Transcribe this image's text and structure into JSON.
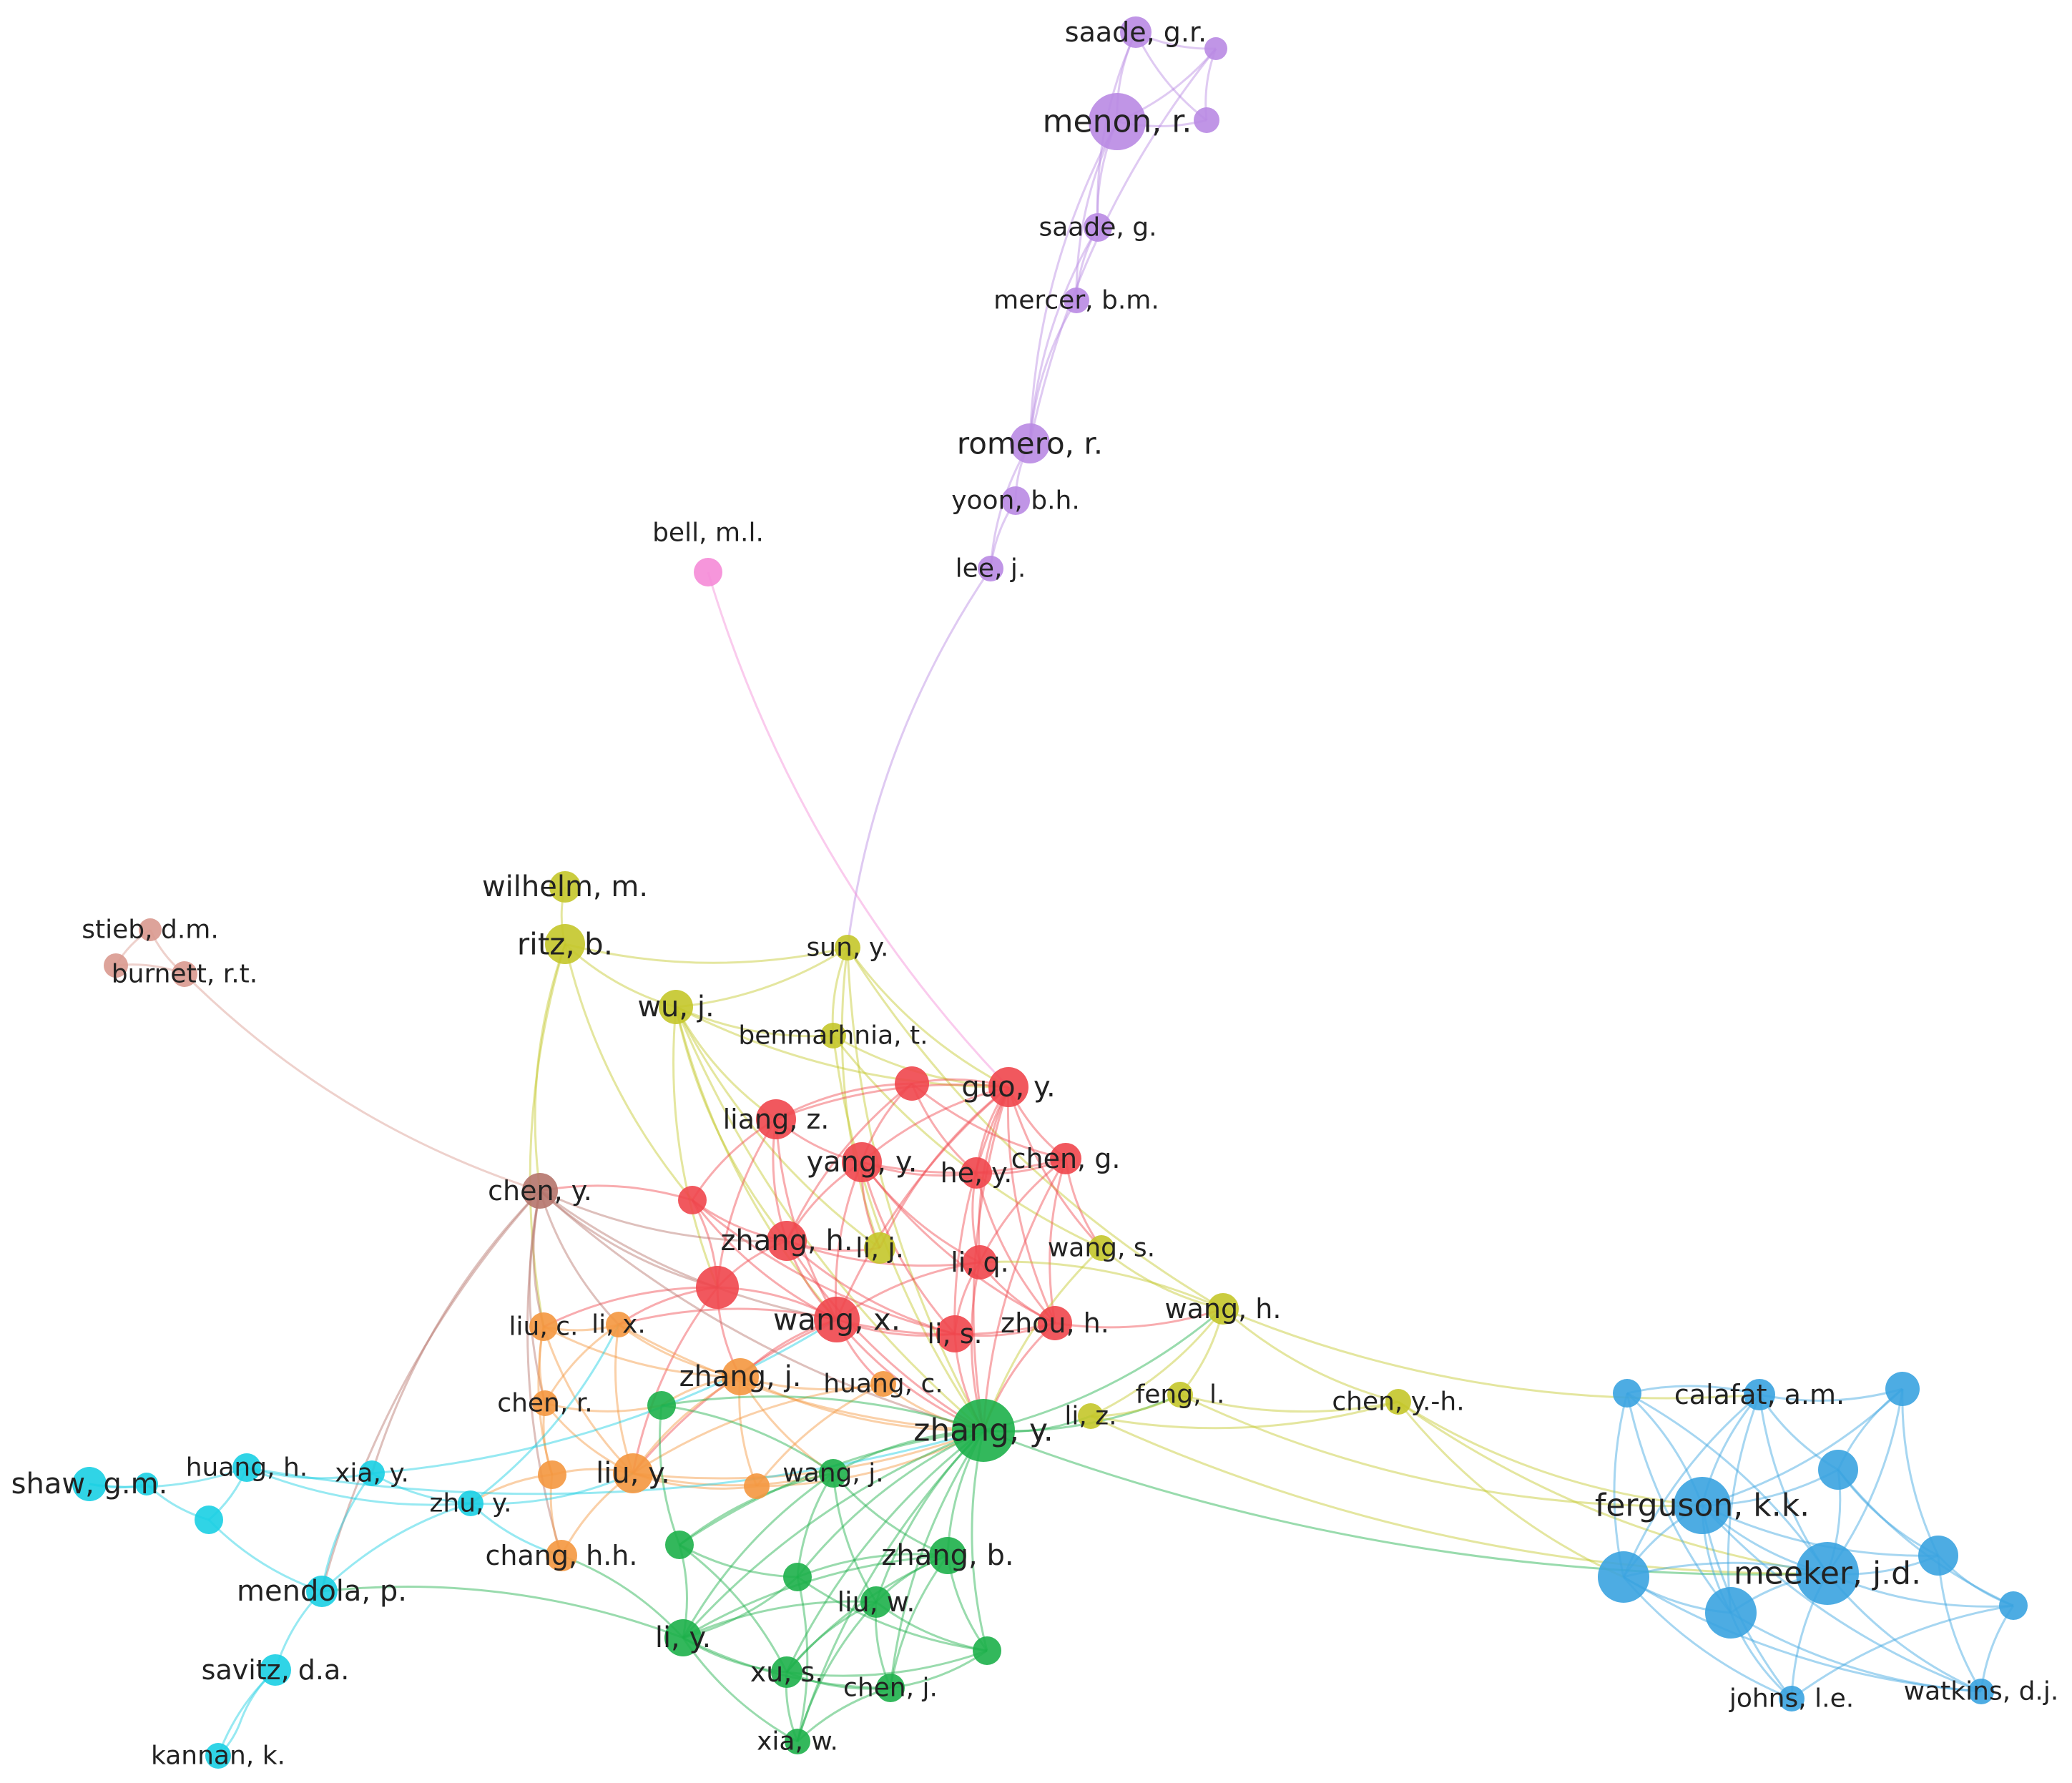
{
  "colors": {
    "purple": "#b98ae3",
    "pink": "#f58bd7",
    "brown": "#b5746b",
    "salmon": "#d9998f",
    "olive": "#c4c72a",
    "red": "#f0464d",
    "orange": "#f4973f",
    "green": "#1db04a",
    "cyan": "#19cfe3",
    "blue": "#3aa3e0"
  },
  "nodes": [
    {
      "id": "saade-gr",
      "label": "saade, g.r.",
      "cluster": "purple"
    },
    {
      "id": "menon-r",
      "label": "menon, r.",
      "cluster": "purple"
    },
    {
      "id": "saade-g",
      "label": "saade, g.",
      "cluster": "purple"
    },
    {
      "id": "mercer-bm",
      "label": "mercer, b.m.",
      "cluster": "purple"
    },
    {
      "id": "romero-r",
      "label": "romero, r.",
      "cluster": "purple"
    },
    {
      "id": "yoon-bh",
      "label": "yoon, b.h.",
      "cluster": "purple"
    },
    {
      "id": "lee-j",
      "label": "lee, j.",
      "cluster": "purple"
    },
    {
      "id": "purple-a",
      "label": "",
      "cluster": "purple"
    },
    {
      "id": "purple-b",
      "label": "",
      "cluster": "purple"
    },
    {
      "id": "bell-ml",
      "label": "bell, m.l.",
      "cluster": "pink"
    },
    {
      "id": "stieb-dm",
      "label": "stieb, d.m.",
      "cluster": "salmon"
    },
    {
      "id": "burnett-rt",
      "label": "burnett, r.t.",
      "cluster": "salmon"
    },
    {
      "id": "salmon-a",
      "label": "",
      "cluster": "salmon"
    },
    {
      "id": "chen-y",
      "label": "chen, y.",
      "cluster": "brown"
    },
    {
      "id": "wilhelm-m",
      "label": "wilhelm, m.",
      "cluster": "olive"
    },
    {
      "id": "ritz-b",
      "label": "ritz, b.",
      "cluster": "olive"
    },
    {
      "id": "sun-y",
      "label": "sun, y.",
      "cluster": "olive"
    },
    {
      "id": "wu-j",
      "label": "wu, j.",
      "cluster": "olive"
    },
    {
      "id": "benmarhnia-t",
      "label": "benmarhnia, t.",
      "cluster": "olive"
    },
    {
      "id": "li-j",
      "label": "li, j.",
      "cluster": "olive"
    },
    {
      "id": "wang-s",
      "label": "wang, s.",
      "cluster": "olive"
    },
    {
      "id": "wang-h",
      "label": "wang, h.",
      "cluster": "olive"
    },
    {
      "id": "feng-l",
      "label": "feng, l.",
      "cluster": "olive"
    },
    {
      "id": "chen-yh",
      "label": "chen, y.-h.",
      "cluster": "olive"
    },
    {
      "id": "li-z",
      "label": "li, z.",
      "cluster": "olive"
    },
    {
      "id": "guo-y",
      "label": "guo, y.",
      "cluster": "red"
    },
    {
      "id": "liang-z",
      "label": "liang, z.",
      "cluster": "red"
    },
    {
      "id": "yang-y",
      "label": "yang, y.",
      "cluster": "red"
    },
    {
      "id": "he-y",
      "label": "he, y.",
      "cluster": "red"
    },
    {
      "id": "chen-g",
      "label": "chen, g.",
      "cluster": "red"
    },
    {
      "id": "zhang-h",
      "label": "zhang, h.",
      "cluster": "red"
    },
    {
      "id": "li-q",
      "label": "li, q.",
      "cluster": "red"
    },
    {
      "id": "wang-x",
      "label": "wang, x.",
      "cluster": "red"
    },
    {
      "id": "li-s",
      "label": "li, s.",
      "cluster": "red"
    },
    {
      "id": "zhou-h",
      "label": "zhou, h.",
      "cluster": "red"
    },
    {
      "id": "red-a",
      "label": "",
      "cluster": "red"
    },
    {
      "id": "red-b",
      "label": "",
      "cluster": "red"
    },
    {
      "id": "red-c",
      "label": "",
      "cluster": "red"
    },
    {
      "id": "liu-c",
      "label": "liu, c.",
      "cluster": "orange"
    },
    {
      "id": "li-x",
      "label": "li, x.",
      "cluster": "orange"
    },
    {
      "id": "zhang-j",
      "label": "zhang, j.",
      "cluster": "orange"
    },
    {
      "id": "huang-c",
      "label": "huang, c.",
      "cluster": "orange"
    },
    {
      "id": "chen-r",
      "label": "chen, r.",
      "cluster": "orange"
    },
    {
      "id": "liu-y",
      "label": "liu, y.",
      "cluster": "orange"
    },
    {
      "id": "chang-hh",
      "label": "chang, h.h.",
      "cluster": "orange"
    },
    {
      "id": "orange-a",
      "label": "",
      "cluster": "orange"
    },
    {
      "id": "orange-b",
      "label": "",
      "cluster": "orange"
    },
    {
      "id": "zhang-y",
      "label": "zhang, y.",
      "cluster": "green"
    },
    {
      "id": "wang-j",
      "label": "wang, j.",
      "cluster": "green"
    },
    {
      "id": "zhang-b",
      "label": "zhang, b.",
      "cluster": "green"
    },
    {
      "id": "liu-w",
      "label": "liu, w.",
      "cluster": "green"
    },
    {
      "id": "li-y",
      "label": "li, y.",
      "cluster": "green"
    },
    {
      "id": "xu-s",
      "label": "xu, s.",
      "cluster": "green"
    },
    {
      "id": "chen-j",
      "label": "chen, j.",
      "cluster": "green"
    },
    {
      "id": "xia-w",
      "label": "xia, w.",
      "cluster": "green"
    },
    {
      "id": "green-a",
      "label": "",
      "cluster": "green"
    },
    {
      "id": "green-b",
      "label": "",
      "cluster": "green"
    },
    {
      "id": "green-c",
      "label": "",
      "cluster": "green"
    },
    {
      "id": "green-d",
      "label": "",
      "cluster": "green"
    },
    {
      "id": "shaw-gm",
      "label": "shaw, g.m.",
      "cluster": "cyan"
    },
    {
      "id": "huang-h",
      "label": "huang, h.",
      "cluster": "cyan"
    },
    {
      "id": "xia-y",
      "label": "xia, y.",
      "cluster": "cyan"
    },
    {
      "id": "zhu-y",
      "label": "zhu, y.",
      "cluster": "cyan"
    },
    {
      "id": "mendola-p",
      "label": "mendola, p.",
      "cluster": "cyan"
    },
    {
      "id": "savitz-da",
      "label": "savitz, d.a.",
      "cluster": "cyan"
    },
    {
      "id": "kannan-k",
      "label": "kannan, k.",
      "cluster": "cyan"
    },
    {
      "id": "cyan-a",
      "label": "",
      "cluster": "cyan"
    },
    {
      "id": "cyan-b",
      "label": "",
      "cluster": "cyan"
    },
    {
      "id": "calafat-am",
      "label": "calafat, a.m.",
      "cluster": "blue"
    },
    {
      "id": "ferguson-kk",
      "label": "ferguson, k.k.",
      "cluster": "blue"
    },
    {
      "id": "meeker-jd",
      "label": "meeker, j.d.",
      "cluster": "blue"
    },
    {
      "id": "johns-le",
      "label": "johns, l.e.",
      "cluster": "blue"
    },
    {
      "id": "watkins-dj",
      "label": "watkins, d.j.",
      "cluster": "blue"
    },
    {
      "id": "blue-a",
      "label": "",
      "cluster": "blue"
    },
    {
      "id": "blue-b",
      "label": "",
      "cluster": "blue"
    },
    {
      "id": "blue-c",
      "label": "",
      "cluster": "blue"
    },
    {
      "id": "blue-d",
      "label": "",
      "cluster": "blue"
    },
    {
      "id": "blue-e",
      "label": "",
      "cluster": "blue"
    },
    {
      "id": "blue-f",
      "label": "",
      "cluster": "blue"
    },
    {
      "id": "blue-g",
      "label": "",
      "cluster": "blue"
    }
  ],
  "edges": [
    [
      "saade-gr",
      "menon-r"
    ],
    [
      "saade-gr",
      "purple-a"
    ],
    [
      "saade-gr",
      "purple-b"
    ],
    [
      "menon-r",
      "purple-a"
    ],
    [
      "menon-r",
      "purple-b"
    ],
    [
      "purple-a",
      "purple-b"
    ],
    [
      "saade-gr",
      "saade-g"
    ],
    [
      "menon-r",
      "saade-g"
    ],
    [
      "menon-r",
      "mercer-bm"
    ],
    [
      "saade-g",
      "mercer-bm"
    ],
    [
      "mercer-bm",
      "romero-r"
    ],
    [
      "saade-g",
      "romero-r"
    ],
    [
      "menon-r",
      "romero-r"
    ],
    [
      "romero-r",
      "yoon-bh"
    ],
    [
      "romero-r",
      "lee-j"
    ],
    [
      "yoon-bh",
      "lee-j"
    ],
    [
      "purple-a",
      "romero-r"
    ],
    [
      "lee-j",
      "sun-y"
    ],
    [
      "bell-ml",
      "guo-y"
    ],
    [
      "stieb-dm",
      "burnett-rt"
    ],
    [
      "stieb-dm",
      "salmon-a"
    ],
    [
      "burnett-rt",
      "salmon-a"
    ],
    [
      "burnett-rt",
      "chen-y"
    ],
    [
      "wilhelm-m",
      "ritz-b"
    ],
    [
      "ritz-b",
      "wu-j"
    ],
    [
      "ritz-b",
      "sun-y"
    ],
    [
      "ritz-b",
      "chen-y"
    ],
    [
      "ritz-b",
      "liu-c"
    ],
    [
      "ritz-b",
      "red-c"
    ],
    [
      "wu-j",
      "sun-y"
    ],
    [
      "wu-j",
      "benmarhnia-t"
    ],
    [
      "wu-j",
      "guo-y"
    ],
    [
      "wu-j",
      "liang-z"
    ],
    [
      "wu-j",
      "zhang-h"
    ],
    [
      "wu-j",
      "wang-x"
    ],
    [
      "wu-j",
      "zhang-y"
    ],
    [
      "wu-j",
      "li-j"
    ],
    [
      "wu-j",
      "red-b"
    ],
    [
      "sun-y",
      "benmarhnia-t"
    ],
    [
      "sun-y",
      "guo-y"
    ],
    [
      "sun-y",
      "li-j"
    ],
    [
      "sun-y",
      "wang-h"
    ],
    [
      "sun-y",
      "zhang-y"
    ],
    [
      "benmarhnia-t",
      "guo-y"
    ],
    [
      "benmarhnia-t",
      "zhang-y"
    ],
    [
      "benmarhnia-t",
      "wang-s"
    ],
    [
      "guo-y",
      "liang-z"
    ],
    [
      "guo-y",
      "yang-y"
    ],
    [
      "guo-y",
      "he-y"
    ],
    [
      "guo-y",
      "chen-g"
    ],
    [
      "guo-y",
      "li-q"
    ],
    [
      "guo-y",
      "wang-x"
    ],
    [
      "guo-y",
      "li-s"
    ],
    [
      "guo-y",
      "zhou-h"
    ],
    [
      "guo-y",
      "red-a"
    ],
    [
      "guo-y",
      "zhang-y"
    ],
    [
      "guo-y",
      "wang-s"
    ],
    [
      "guo-y",
      "li-j"
    ],
    [
      "red-a",
      "liang-z"
    ],
    [
      "red-a",
      "yang-y"
    ],
    [
      "red-a",
      "zhang-h"
    ],
    [
      "red-a",
      "he-y"
    ],
    [
      "red-a",
      "chen-g"
    ],
    [
      "liang-z",
      "yang-y"
    ],
    [
      "liang-z",
      "zhang-h"
    ],
    [
      "liang-z",
      "wang-x"
    ],
    [
      "liang-z",
      "red-b"
    ],
    [
      "liang-z",
      "red-c"
    ],
    [
      "yang-y",
      "he-y"
    ],
    [
      "yang-y",
      "chen-g"
    ],
    [
      "yang-y",
      "zhang-h"
    ],
    [
      "yang-y",
      "li-q"
    ],
    [
      "yang-y",
      "wang-x"
    ],
    [
      "yang-y",
      "li-s"
    ],
    [
      "yang-y",
      "zhou-h"
    ],
    [
      "yang-y",
      "li-j"
    ],
    [
      "he-y",
      "chen-g"
    ],
    [
      "he-y",
      "li-q"
    ],
    [
      "he-y",
      "zhou-h"
    ],
    [
      "chen-g",
      "li-q"
    ],
    [
      "chen-g",
      "zhou-h"
    ],
    [
      "chen-g",
      "wang-s"
    ],
    [
      "chen-g",
      "zhang-y"
    ],
    [
      "zhang-h",
      "li-q"
    ],
    [
      "zhang-h",
      "wang-x"
    ],
    [
      "zhang-h",
      "li-s"
    ],
    [
      "zhang-h",
      "red-b"
    ],
    [
      "zhang-h",
      "li-j"
    ],
    [
      "zhang-h",
      "zhang-y"
    ],
    [
      "li-q",
      "wang-x"
    ],
    [
      "li-q",
      "li-s"
    ],
    [
      "li-q",
      "zhou-h"
    ],
    [
      "li-q",
      "zhang-y"
    ],
    [
      "wang-x",
      "li-s"
    ],
    [
      "wang-x",
      "zhou-h"
    ],
    [
      "wang-x",
      "red-b"
    ],
    [
      "wang-x",
      "zhang-j"
    ],
    [
      "wang-x",
      "zhang-y"
    ],
    [
      "wang-x",
      "liu-y"
    ],
    [
      "wang-x",
      "huang-c"
    ],
    [
      "wang-x",
      "li-x"
    ],
    [
      "li-s",
      "zhou-h"
    ],
    [
      "li-s",
      "zhang-y"
    ],
    [
      "zhou-h",
      "zhang-y"
    ],
    [
      "zhou-h",
      "wang-h"
    ],
    [
      "wang-s",
      "zhang-y"
    ],
    [
      "wang-s",
      "wang-h"
    ],
    [
      "red-b",
      "red-c"
    ],
    [
      "red-b",
      "liu-c"
    ],
    [
      "red-b",
      "li-x"
    ],
    [
      "red-b",
      "zhang-j"
    ],
    [
      "red-b",
      "liu-y"
    ],
    [
      "red-c",
      "wang-x"
    ],
    [
      "red-c",
      "li-s"
    ],
    [
      "red-c",
      "chen-y"
    ],
    [
      "red-c",
      "zhang-h"
    ],
    [
      "chen-y",
      "wang-x"
    ],
    [
      "chen-y",
      "red-b"
    ],
    [
      "chen-y",
      "liu-c"
    ],
    [
      "chen-y",
      "li-x"
    ],
    [
      "chen-y",
      "zhang-h"
    ],
    [
      "chen-y",
      "zhang-y"
    ],
    [
      "chen-y",
      "xia-y"
    ],
    [
      "chen-y",
      "mendola-p"
    ],
    [
      "chen-y",
      "chang-hh"
    ],
    [
      "chen-y",
      "chen-r"
    ],
    [
      "liu-c",
      "li-x"
    ],
    [
      "liu-c",
      "chen-r"
    ],
    [
      "liu-c",
      "liu-y"
    ],
    [
      "liu-c",
      "orange-a"
    ],
    [
      "liu-c",
      "zhang-j"
    ],
    [
      "li-x",
      "zhang-j"
    ],
    [
      "li-x",
      "liu-y"
    ],
    [
      "li-x",
      "chen-r"
    ],
    [
      "li-x",
      "zhang-y"
    ],
    [
      "zhang-j",
      "huang-c"
    ],
    [
      "zhang-j",
      "liu-y"
    ],
    [
      "zhang-j",
      "zhang-y"
    ],
    [
      "zhang-j",
      "orange-b"
    ],
    [
      "zhang-j",
      "wang-j"
    ],
    [
      "zhang-j",
      "green-a"
    ],
    [
      "huang-c",
      "zhang-y"
    ],
    [
      "huang-c",
      "liu-y"
    ],
    [
      "huang-c",
      "orange-b"
    ],
    [
      "chen-r",
      "liu-y"
    ],
    [
      "chen-r",
      "orange-a"
    ],
    [
      "chen-r",
      "green-a"
    ],
    [
      "liu-y",
      "orange-a"
    ],
    [
      "liu-y",
      "orange-b"
    ],
    [
      "liu-y",
      "zhang-y"
    ],
    [
      "liu-y",
      "wang-j"
    ],
    [
      "liu-y",
      "chang-hh"
    ],
    [
      "orange-b",
      "zhang-y"
    ],
    [
      "orange-a",
      "zhu-y"
    ],
    [
      "orange-a",
      "chang-hh"
    ],
    [
      "zhang-y",
      "wang-j"
    ],
    [
      "zhang-y",
      "zhang-b"
    ],
    [
      "zhang-y",
      "liu-w"
    ],
    [
      "zhang-y",
      "li-y"
    ],
    [
      "zhang-y",
      "xu-s"
    ],
    [
      "zhang-y",
      "chen-j"
    ],
    [
      "zhang-y",
      "xia-w"
    ],
    [
      "zhang-y",
      "green-a"
    ],
    [
      "zhang-y",
      "green-b"
    ],
    [
      "zhang-y",
      "green-c"
    ],
    [
      "zhang-y",
      "green-d"
    ],
    [
      "zhang-y",
      "li-z"
    ],
    [
      "zhang-y",
      "feng-l"
    ],
    [
      "zhang-y",
      "wang-h"
    ],
    [
      "zhang-y",
      "meeker-jd"
    ],
    [
      "wang-j",
      "zhang-b"
    ],
    [
      "wang-j",
      "liu-w"
    ],
    [
      "wang-j",
      "li-y"
    ],
    [
      "wang-j",
      "green-a"
    ],
    [
      "wang-j",
      "green-b"
    ],
    [
      "wang-j",
      "green-c"
    ],
    [
      "zhang-b",
      "liu-w"
    ],
    [
      "zhang-b",
      "li-y"
    ],
    [
      "zhang-b",
      "xu-s"
    ],
    [
      "zhang-b",
      "chen-j"
    ],
    [
      "zhang-b",
      "green-d"
    ],
    [
      "zhang-b",
      "green-c"
    ],
    [
      "liu-w",
      "li-y"
    ],
    [
      "liu-w",
      "xu-s"
    ],
    [
      "liu-w",
      "chen-j"
    ],
    [
      "liu-w",
      "xia-w"
    ],
    [
      "liu-w",
      "green-d"
    ],
    [
      "li-y",
      "xu-s"
    ],
    [
      "li-y",
      "xia-w"
    ],
    [
      "li-y",
      "green-b"
    ],
    [
      "li-y",
      "green-c"
    ],
    [
      "li-y",
      "chen-j"
    ],
    [
      "li-y",
      "chang-hh"
    ],
    [
      "li-y",
      "mendola-p"
    ],
    [
      "xu-s",
      "chen-j"
    ],
    [
      "xu-s",
      "xia-w"
    ],
    [
      "xu-s",
      "green-b"
    ],
    [
      "xu-s",
      "green-d"
    ],
    [
      "chen-j",
      "xia-w"
    ],
    [
      "chen-j",
      "green-d"
    ],
    [
      "xia-w",
      "green-c"
    ],
    [
      "green-a",
      "green-b"
    ],
    [
      "green-b",
      "green-c"
    ],
    [
      "green-c",
      "green-d"
    ],
    [
      "li-z",
      "feng-l"
    ],
    [
      "li-z",
      "wang-h"
    ],
    [
      "li-z",
      "chen-yh"
    ],
    [
      "li-z",
      "meeker-jd"
    ],
    [
      "feng-l",
      "wang-h"
    ],
    [
      "feng-l",
      "chen-yh"
    ],
    [
      "feng-l",
      "ferguson-kk"
    ],
    [
      "wang-h",
      "chen-yh"
    ],
    [
      "wang-h",
      "calafat-am"
    ],
    [
      "wang-h",
      "li-q"
    ],
    [
      "chen-yh",
      "meeker-jd"
    ],
    [
      "chen-yh",
      "ferguson-kk"
    ],
    [
      "chen-yh",
      "blue-d"
    ],
    [
      "shaw-gm",
      "cyan-a"
    ],
    [
      "shaw-gm",
      "huang-h"
    ],
    [
      "cyan-a",
      "cyan-b"
    ],
    [
      "cyan-b",
      "huang-h"
    ],
    [
      "cyan-b",
      "mendola-p"
    ],
    [
      "huang-h",
      "xia-y"
    ],
    [
      "huang-h",
      "zhu-y"
    ],
    [
      "xia-y",
      "zhu-y"
    ],
    [
      "xia-y",
      "mendola-p"
    ],
    [
      "zhu-y",
      "mendola-p"
    ],
    [
      "zhu-y",
      "liu-y"
    ],
    [
      "zhu-y",
      "li-x"
    ],
    [
      "xia-y",
      "wang-x"
    ],
    [
      "mendola-p",
      "savitz-da"
    ],
    [
      "savitz-da",
      "kannan-k"
    ],
    [
      "kannan-k",
      "cyan-c"
    ],
    [
      "savitz-da",
      "cyan-c"
    ],
    [
      "zhu-y",
      "chang-hh"
    ],
    [
      "huang-h",
      "zhang-y"
    ],
    [
      "calafat-am",
      "ferguson-kk"
    ],
    [
      "calafat-am",
      "meeker-jd"
    ],
    [
      "calafat-am",
      "blue-a"
    ],
    [
      "calafat-am",
      "blue-b"
    ],
    [
      "calafat-am",
      "blue-c"
    ],
    [
      "calafat-am",
      "blue-d"
    ],
    [
      "calafat-am",
      "blue-e"
    ],
    [
      "ferguson-kk",
      "meeker-jd"
    ],
    [
      "ferguson-kk",
      "blue-a"
    ],
    [
      "ferguson-kk",
      "blue-c"
    ],
    [
      "ferguson-kk",
      "blue-d"
    ],
    [
      "ferguson-kk",
      "blue-e"
    ],
    [
      "ferguson-kk",
      "blue-f"
    ],
    [
      "ferguson-kk",
      "johns-le"
    ],
    [
      "ferguson-kk",
      "watkins-dj"
    ],
    [
      "ferguson-kk",
      "blue-b"
    ],
    [
      "meeker-jd",
      "blue-a"
    ],
    [
      "meeker-jd",
      "blue-b"
    ],
    [
      "meeker-jd",
      "blue-c"
    ],
    [
      "meeker-jd",
      "blue-d"
    ],
    [
      "meeker-jd",
      "blue-e"
    ],
    [
      "meeker-jd",
      "blue-f"
    ],
    [
      "meeker-jd",
      "blue-g"
    ],
    [
      "meeker-jd",
      "johns-le"
    ],
    [
      "meeker-jd",
      "watkins-dj"
    ],
    [
      "blue-a",
      "blue-d"
    ],
    [
      "blue-a",
      "blue-e"
    ],
    [
      "blue-b",
      "blue-c"
    ],
    [
      "blue-b",
      "blue-f"
    ],
    [
      "blue-c",
      "blue-f"
    ],
    [
      "blue-c",
      "blue-g"
    ],
    [
      "blue-d",
      "blue-e"
    ],
    [
      "blue-d",
      "johns-le"
    ],
    [
      "blue-e",
      "johns-le"
    ],
    [
      "blue-e",
      "watkins-dj"
    ],
    [
      "blue-f",
      "blue-g"
    ],
    [
      "blue-f",
      "watkins-dj"
    ],
    [
      "blue-g",
      "watkins-dj"
    ],
    [
      "blue-g",
      "johns-le"
    ],
    [
      "blue-d",
      "watkins-dj"
    ]
  ]
}
